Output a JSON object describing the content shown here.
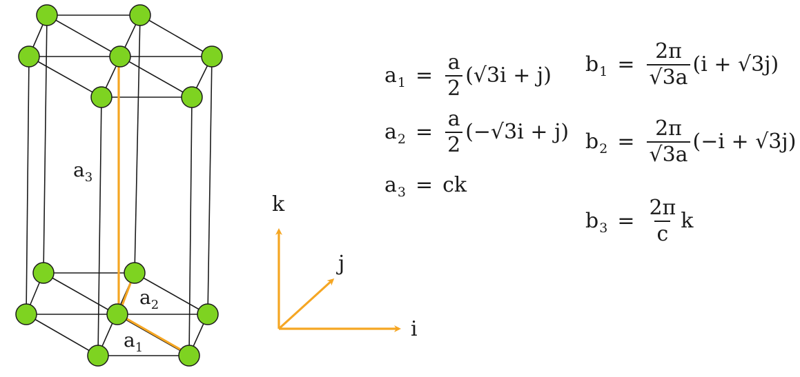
{
  "colors": {
    "atom_fill": "#7ed321",
    "vector_orange": "#f5a623",
    "line_black": "#1a1a1a"
  },
  "labels": {
    "a1_base": "a",
    "a1_sub": "1",
    "a2_base": "a",
    "a2_sub": "2",
    "a3_base": "a",
    "a3_sub": "3",
    "axis_i": "i",
    "axis_j": "j",
    "axis_k": "k"
  },
  "equations": {
    "a1": {
      "lhs": "a",
      "sub": "1",
      "eq": "=",
      "num": "a",
      "den": "2",
      "tail": "(√3i + j)"
    },
    "a2": {
      "lhs": "a",
      "sub": "2",
      "eq": "=",
      "num": "a",
      "den": "2",
      "tail": "(−√3i + j)"
    },
    "a3": {
      "lhs": "a",
      "sub": "3",
      "eq": "=",
      "tail": "ck"
    },
    "b1": {
      "lhs": "b",
      "sub": "1",
      "eq": "=",
      "num": "2π",
      "den": "√3a",
      "tail": "(i + √3j)"
    },
    "b2": {
      "lhs": "b",
      "sub": "2",
      "eq": "=",
      "num": "2π",
      "den": "√3a",
      "tail": "(−i + √3j)"
    },
    "b3": {
      "lhs": "b",
      "sub": "3",
      "eq": "=",
      "num": "2π",
      "den": "c",
      "tail": "k"
    }
  }
}
